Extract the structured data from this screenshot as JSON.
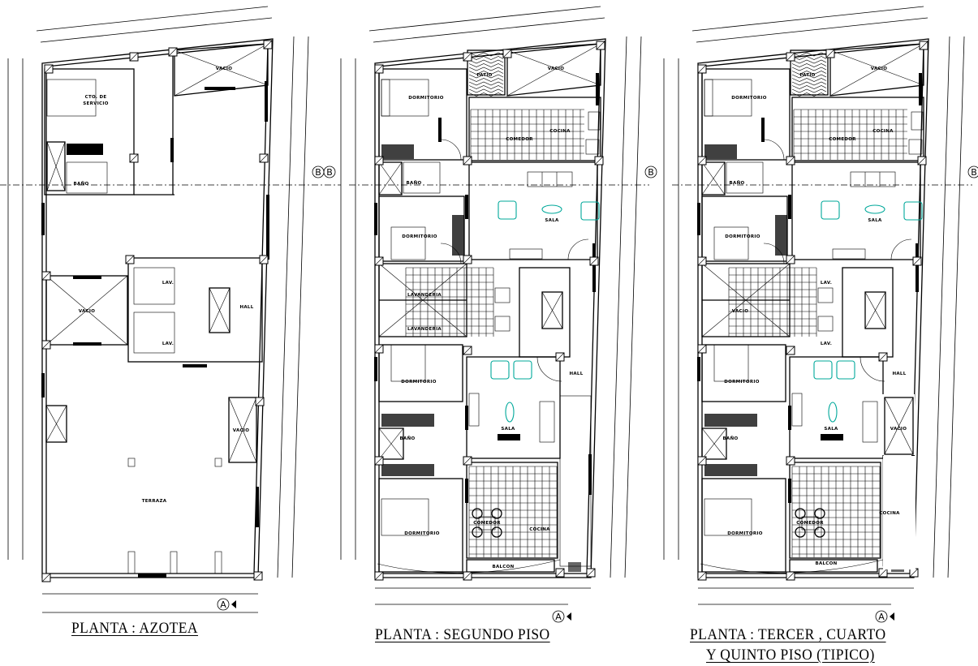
{
  "plans": [
    {
      "title_lines": [
        "PLANTA : AZOTEA"
      ]
    },
    {
      "title_lines": [
        "PLANTA : SEGUNDO PISO"
      ]
    },
    {
      "title_lines": [
        "PLANTA : TERCER , CUARTO",
        "Y QUINTO PISO (TIPICO)"
      ]
    }
  ],
  "labels": {
    "cto_servicio_1": "CTO. DE",
    "cto_servicio_2": "SERVICIO",
    "vacio": "VACIO",
    "bano": "BAÑO",
    "lav": "LAV.",
    "hall": "HALL",
    "terraza": "TERRAZA",
    "patio": "PATIO",
    "dormitorio": "DORMITORIO",
    "cocina": "COCINA",
    "comedor": "COMEDOR",
    "sala": "SALA",
    "lavanderia": "LAVANDERIA",
    "balcon": "BALCON"
  },
  "axes": {
    "a": "A",
    "b": "B"
  },
  "colors": {
    "lines": "#000000",
    "furniture": "#00a89a"
  }
}
